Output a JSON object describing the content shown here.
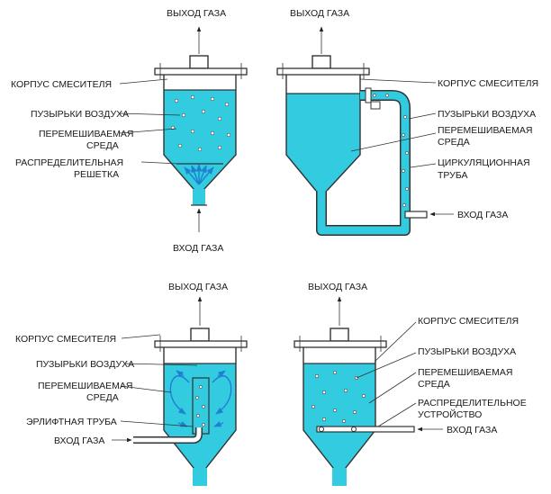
{
  "colors": {
    "liquid": "#33cbe0",
    "outline": "#333333",
    "flow_arrow": "#1f7fd0"
  },
  "panels": {
    "top_left": {
      "gas_out": "ВЫХОД ГАЗА",
      "gas_in": "ВХОД ГАЗА",
      "labels": [
        "КОРПУС СМЕСИТЕЛЯ",
        "ПУЗЫРЬКИ ВОЗДУХА",
        "ПЕРЕМЕШИВАЕМАЯ",
        "СРЕДА",
        "РАСПРЕДЕЛИТЕЛЬНАЯ",
        "РЕШЕТКА"
      ]
    },
    "top_right": {
      "gas_out": "ВЫХОД ГАЗА",
      "gas_in": "ВХОД ГАЗА",
      "labels": [
        "КОРПУС СМЕСИТЕЛЯ",
        "ПУЗЫРЬКИ ВОЗДУХА",
        "ПЕРЕМЕШИВАЕМАЯ",
        "СРЕДА",
        "ЦИРКУЛЯЦИОННАЯ",
        "ТРУБА"
      ]
    },
    "bottom_left": {
      "gas_out": "ВЫХОД ГАЗА",
      "gas_in": "ВХОД ГАЗА",
      "labels": [
        "КОРПУС СМЕСИТЕЛЯ",
        "ПУЗЫРЬКИ ВОЗДУХА",
        "ПЕРЕМЕШИВАЕМАЯ",
        "СРЕДА",
        "ЭРЛИФТНАЯ ТРУБА"
      ]
    },
    "bottom_right": {
      "gas_out": "ВЫХОД ГАЗА",
      "gas_in": "ВХОД ГАЗА",
      "labels": [
        "КОРПУС СМЕСИТЕЛЯ",
        "ПУЗЫРЬКИ ВОЗДУХА",
        "ПЕРЕМЕШИВАЕМАЯ",
        "СРЕДА",
        "РАСПРЕДЕЛИТЕЛЬНОЕ",
        "УСТРОЙСТВО"
      ]
    }
  }
}
